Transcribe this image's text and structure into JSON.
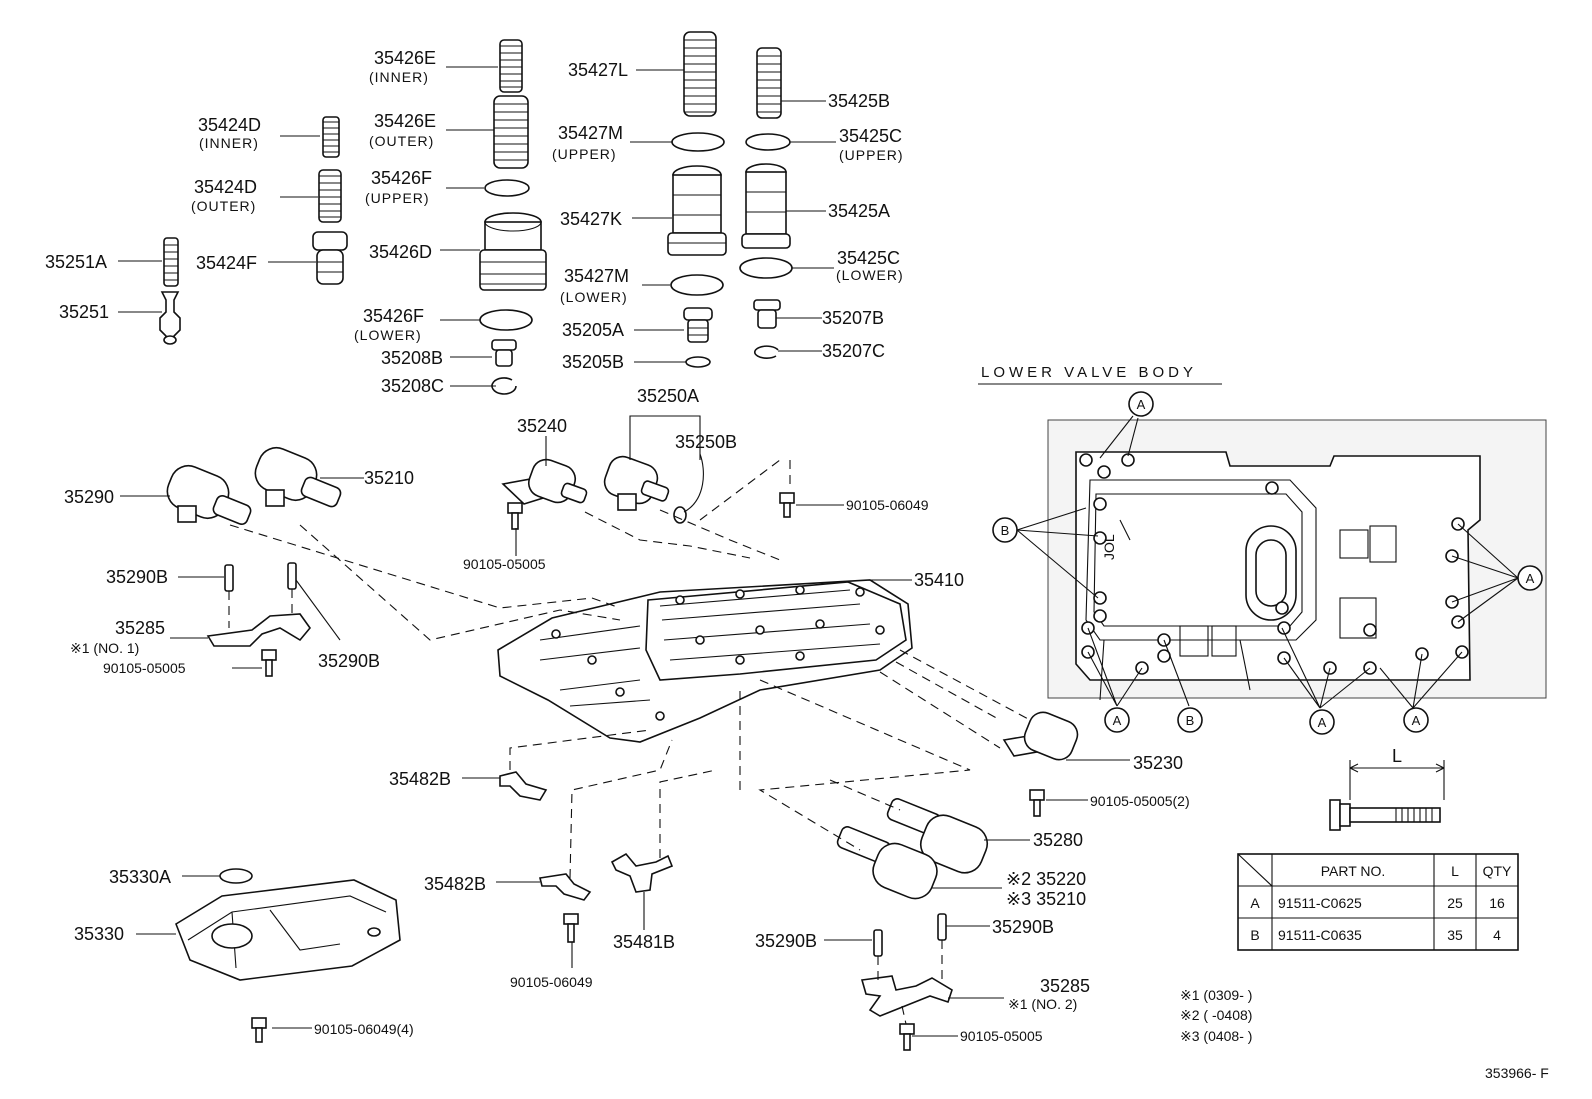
{
  "parts": {
    "p35426E_inner": "35426E",
    "p35426E_inner_sub": "(INNER)",
    "p35426E_outer": "35426E",
    "p35426E_outer_sub": "(OUTER)",
    "p35424D_inner": "35424D",
    "p35424D_inner_sub": "(INNER)",
    "p35424D_outer": "35424D",
    "p35424D_outer_sub": "(OUTER)",
    "p35426F_upper": "35426F",
    "p35426F_upper_sub": "(UPPER)",
    "p35426D": "35426D",
    "p35251A": "35251A",
    "p35424F": "35424F",
    "p35251": "35251",
    "p35426F_lower": "35426F",
    "p35426F_lower_sub": "(LOWER)",
    "p35208B": "35208B",
    "p35208C": "35208C",
    "p35427L": "35427L",
    "p35427M_upper": "35427M",
    "p35427M_upper_sub": "(UPPER)",
    "p35427K": "35427K",
    "p35427M_lower": "35427M",
    "p35427M_lower_sub": "(LOWER)",
    "p35205A": "35205A",
    "p35205B": "35205B",
    "p35425B": "35425B",
    "p35425C_upper": "35425C",
    "p35425C_upper_sub": "(UPPER)",
    "p35425A": "35425A",
    "p35425C_lower": "35425C",
    "p35425C_lower_sub": "(LOWER)",
    "p35207B": "35207B",
    "p35207C": "35207C",
    "p35250A": "35250A",
    "p35240": "35240",
    "p35250B": "35250B",
    "p35290": "35290",
    "p35210_top": "35210",
    "p90105_06049_a": "90105-06049",
    "p90105_05005_a": "90105-05005",
    "p35410": "35410",
    "p35290B_a": "35290B",
    "p35285_a": "35285",
    "p35285_a_note": "※1 (NO. 1)",
    "p90105_05005_b": "90105-05005",
    "p35290B_b": "35290B",
    "p35482B_a": "35482B",
    "p35230": "35230",
    "p90105_05005_2": "90105-05005(2)",
    "p35280": "35280",
    "p35220": "※2 35220",
    "p35210_b": "※3 35210",
    "p35330A": "35330A",
    "p35330": "35330",
    "p35482B_b": "35482B",
    "p35481B": "35481B",
    "p90105_06049_b": "90105-06049",
    "p35290B_c": "35290B",
    "p35290B_d": "35290B",
    "p35285_b": "35285",
    "p35285_b_note": "※1 (NO. 2)",
    "p90105_06049_4": "90105-06049(4)",
    "p90105_05005_c": "90105-05005"
  },
  "lower_valve_body": {
    "title": "LOWER VALVE BODY",
    "marker_a": "A",
    "marker_b": "B",
    "dimension_label": "L"
  },
  "bolt_table": {
    "headers": [
      "",
      "PART NO.",
      "L",
      "QTY"
    ],
    "rows": [
      {
        "key": "A",
        "part_no": "91511-C0625",
        "l": "25",
        "qty": "16"
      },
      {
        "key": "B",
        "part_no": "91511-C0635",
        "l": "35",
        "qty": "4"
      }
    ]
  },
  "notes": {
    "n1": "※1 (0309-        )",
    "n2": "※2 (        -0408)",
    "n3": "※3 (0408-        )"
  },
  "diagram_id": "353966- F"
}
